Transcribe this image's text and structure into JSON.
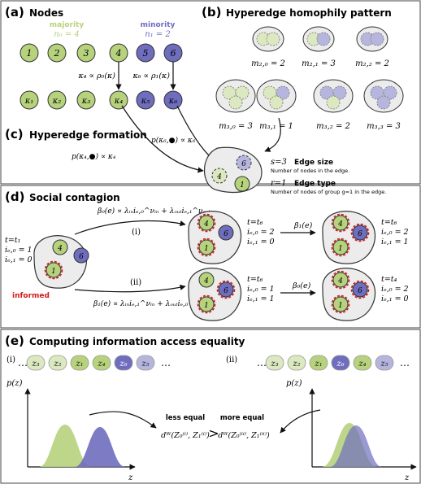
{
  "colors": {
    "green": "#b7d27c",
    "green_light": "#dbe8c0",
    "purple": "#6f6dbd",
    "purple_light": "#b6b5de",
    "hull": "#ececec",
    "hull_stroke": "#333333",
    "red": "#d11b1b"
  },
  "panel_a": {
    "label": "(a)",
    "title": "Nodes",
    "majority": {
      "name": "majority",
      "count": "n₀ = 4"
    },
    "minority": {
      "name": "minority",
      "count": "n₁ = 2"
    },
    "nodes": [
      "1",
      "2",
      "3",
      "4",
      "5",
      "6"
    ],
    "kappas": [
      "κ₁",
      "κ₂",
      "κ₃",
      "κ₄",
      "κ₅",
      "κ₆"
    ],
    "prop_left": "κ₄ ∝ ρ₀(κ)",
    "prop_right": "κ₆ ∝ ρ₁(κ)"
  },
  "panel_b": {
    "label": "(b)",
    "title": "Hyperedge homophily pattern",
    "row1": [
      "m₂,₀ = 2",
      "m₂,₁ = 3",
      "m₂,₂ = 2"
    ],
    "row2": [
      "m₃,₀ = 3",
      "m₃,₁ = 1",
      "m₃,₂ = 2",
      "m₃,₃ = 3"
    ]
  },
  "panel_c": {
    "label": "(c)",
    "title": "Hyperedge formation",
    "prob_purple": "p(κ₆,●) ∝ κ₆",
    "prob_green": "p(κ₄,●) ∝ κ₄",
    "size_eq": "s=3",
    "size_title": "Edge size",
    "size_desc": "Number of nodes in the edge.",
    "type_eq": "r=1",
    "type_title": "Edge type",
    "type_desc": "Number of nodes of group g=1 in the edge.",
    "nodes": [
      "6",
      "4",
      "1"
    ]
  },
  "panel_d": {
    "label": "(d)",
    "title": "Social contagion",
    "informed": "informed",
    "eq_top": "β₀(e) ∝ λᵢₙiₑ,₀^νᵢₙ + λₒᵤₜiₑ,₁^νₒᵤₜ",
    "eq_bottom": "β₁(e) ∝ λᵢₙiₑ,₁^νᵢₙ + λₒᵤₜiₑ,₀^νₒᵤₜ",
    "path_i": "(i)",
    "path_ii": "(ii)",
    "beta1": "β₁(e)",
    "beta0": "β₀(e)",
    "state0": [
      "t=t₁",
      "iₑ,₀ = 1",
      "iₑ,₁ = 0"
    ],
    "state_i_mid": [
      "t=t₆",
      "iₑ,₀ = 2",
      "iₑ,₁ = 0"
    ],
    "state_i_end": [
      "t=t₆",
      "iₑ,₀ = 2",
      "iₑ,₁ = 1"
    ],
    "state_ii_mid": [
      "t=t₆",
      "iₑ,₀ = 1",
      "iₑ,₁ = 1"
    ],
    "state_ii_end": [
      "t=t₄",
      "iₑ,₀ = 2",
      "iₑ,₁ = 0"
    ],
    "nodes": [
      "4",
      "6",
      "1"
    ]
  },
  "panel_e": {
    "label": "(e)",
    "title": "Computing information access equality",
    "seq_i_label": "(i)",
    "seq_ii_label": "(ii)",
    "seq_i": [
      "z₃",
      "z₂",
      "z₁",
      "z₄",
      "z₆",
      "z₅"
    ],
    "seq_ii": [
      "z₃",
      "z₂",
      "z₁",
      "z₆",
      "z₄",
      "z₅"
    ],
    "ellipsis": "…",
    "yaxis": "p(z)",
    "xaxis": "z",
    "less_equal": "less equal",
    "more_equal": "more equal",
    "d_left": "dᵂ(Z₀⁽ⁱ⁾, Z₁⁽ⁱ⁾)",
    "gt": ">",
    "d_right": "dᵂ(Z₀⁽ⁱⁱ⁾, Z₁⁽ⁱⁱ⁾)"
  }
}
